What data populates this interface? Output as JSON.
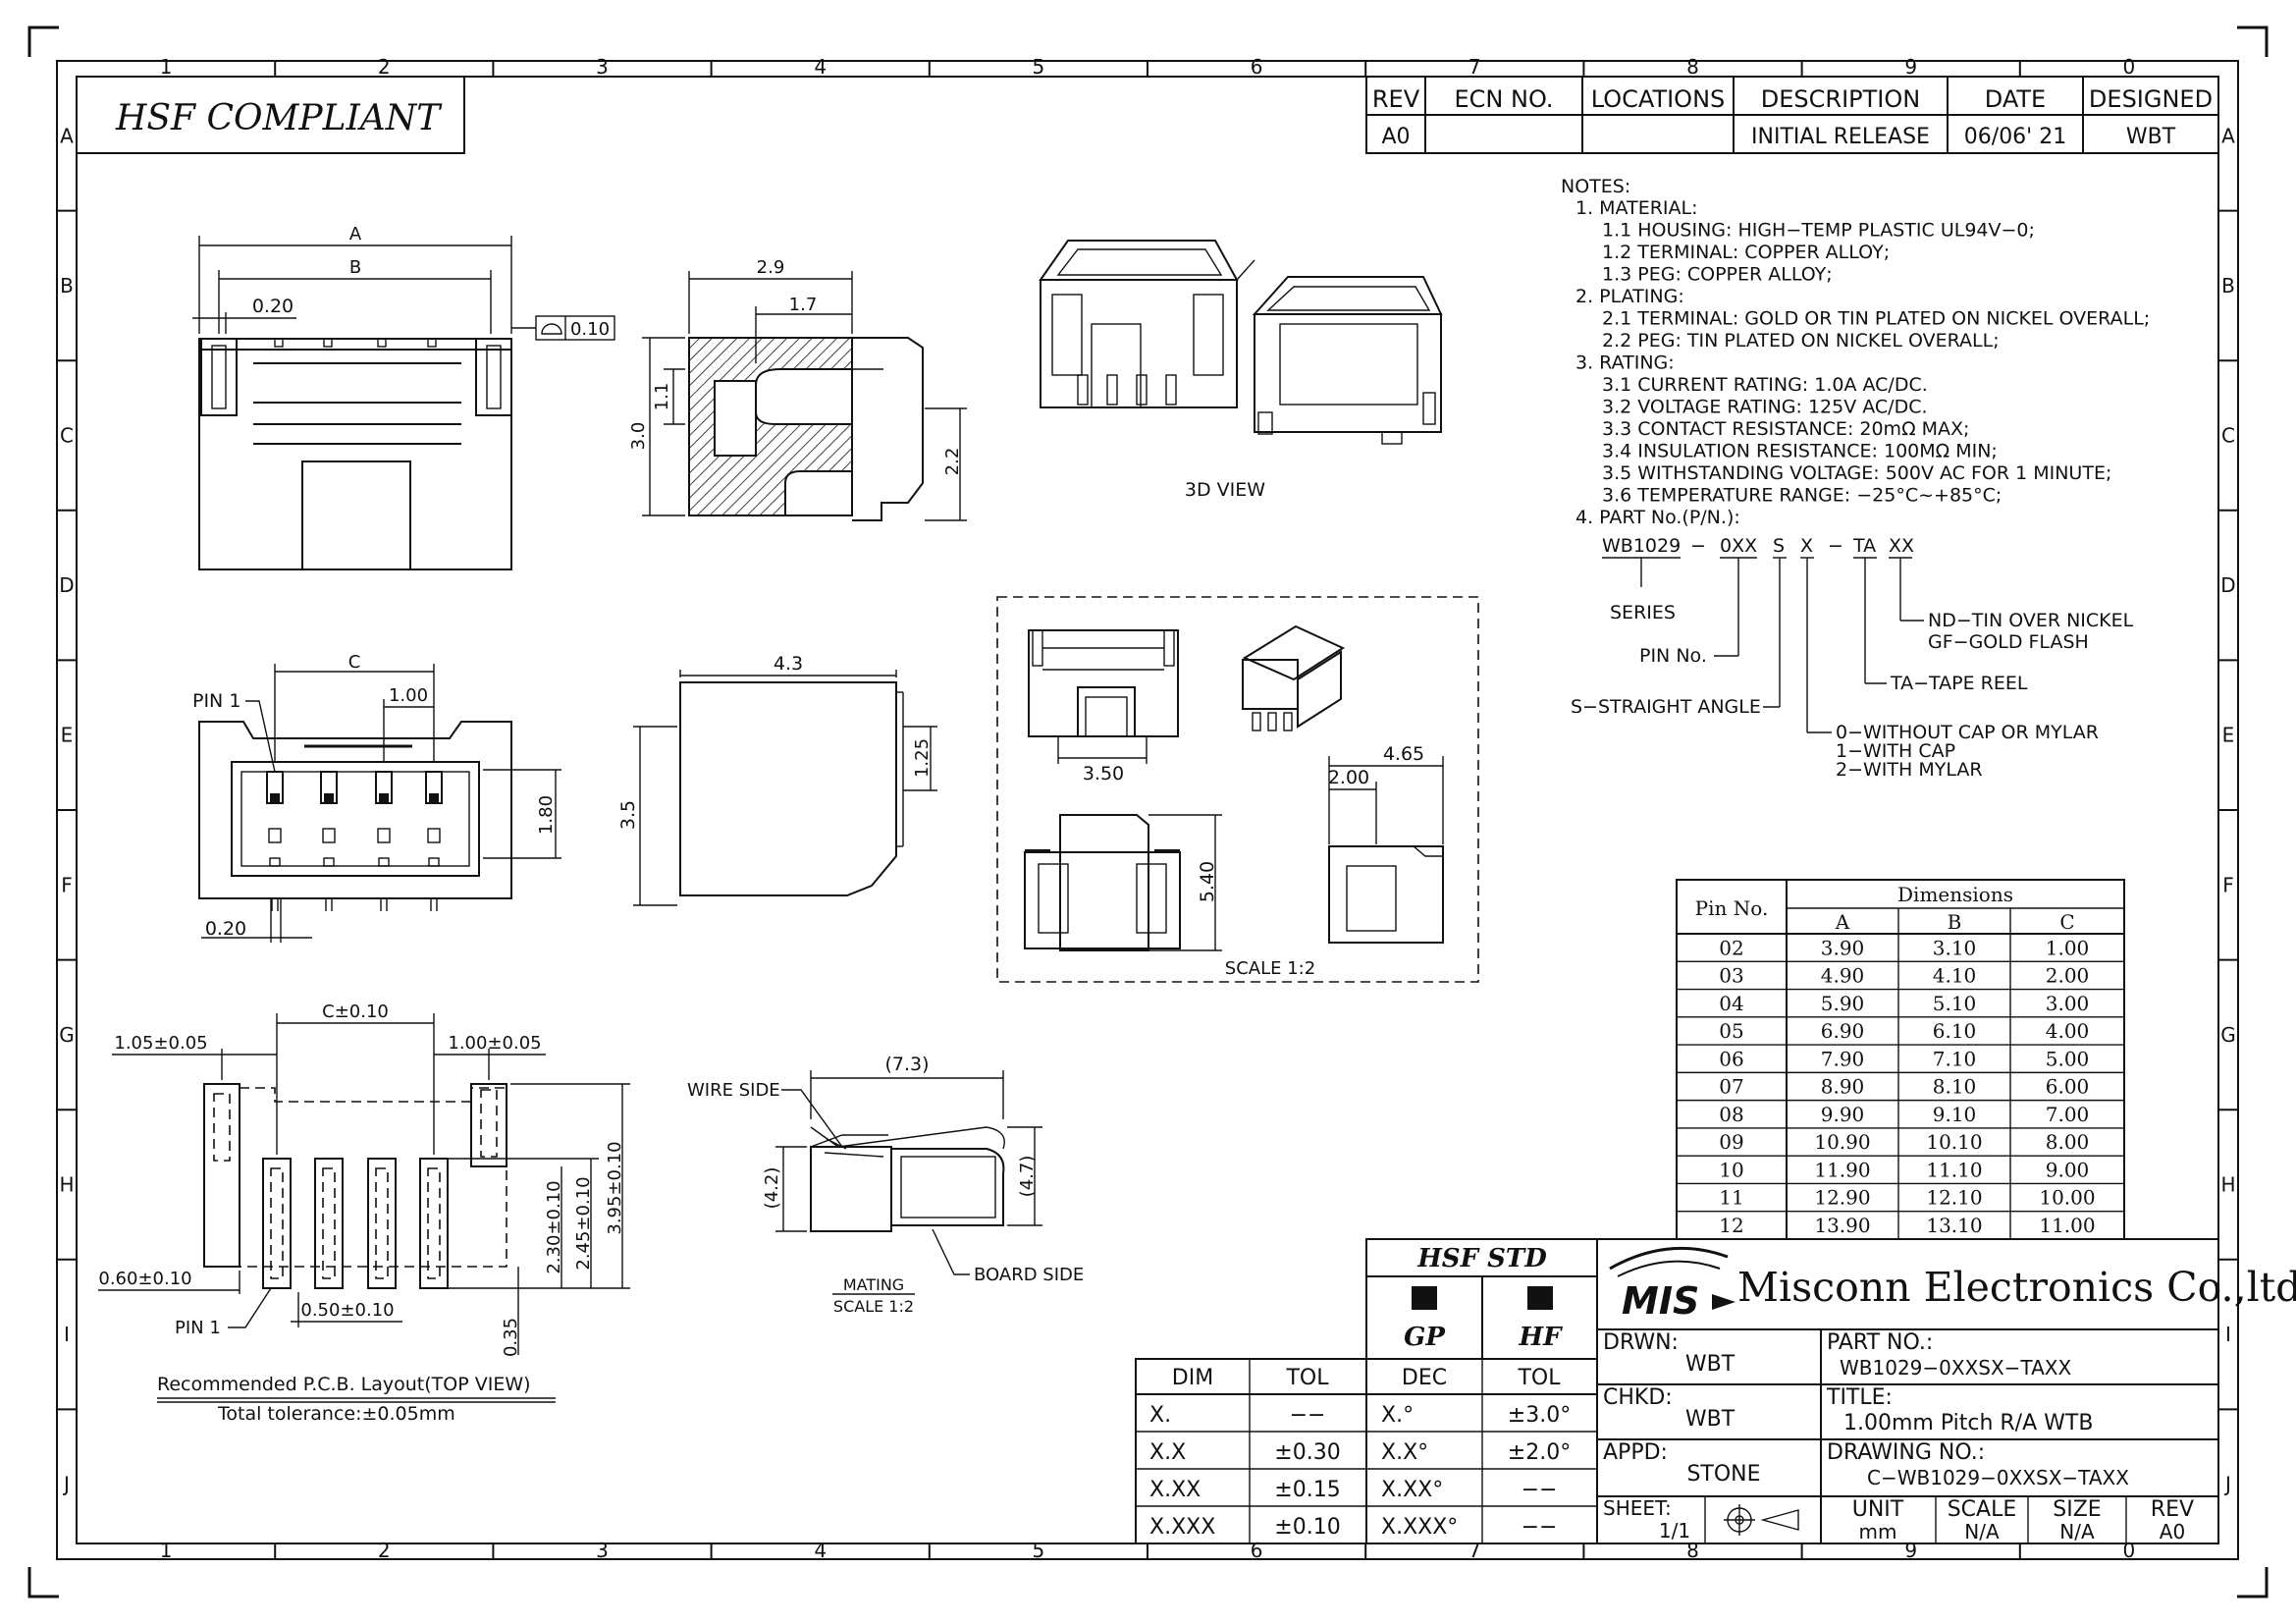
{
  "border": {
    "col_labels": [
      "1",
      "2",
      "3",
      "4",
      "5",
      "6",
      "7",
      "8",
      "9",
      "0"
    ],
    "row_labels": [
      "A",
      "B",
      "C",
      "D",
      "E",
      "F",
      "G",
      "H",
      "I",
      "J"
    ]
  },
  "compliance_box": "HSF  COMPLIANT",
  "revision_table": {
    "headers": [
      "REV",
      "ECN NO.",
      "LOCATIONS",
      "DESCRIPTION",
      "DATE",
      "DESIGNED"
    ],
    "rows": [
      [
        "A0",
        "",
        "",
        "INITIAL RELEASE",
        "06/06' 21",
        "WBT"
      ]
    ]
  },
  "notes": {
    "heading": "NOTES:",
    "lines": [
      "1.  MATERIAL:",
      "1.1  HOUSING: HIGH−TEMP PLASTIC UL94V−0;",
      "1.2  TERMINAL: COPPER ALLOY;",
      "1.3  PEG: COPPER ALLOY;",
      "2.  PLATING:",
      "2.1  TERMINAL: GOLD OR TIN PLATED ON NICKEL OVERALL;",
      "2.2  PEG: TIN PLATED ON NICKEL OVERALL;",
      "3.  RATING:",
      "3.1  CURRENT RATING: 1.0A AC/DC.",
      "3.2  VOLTAGE RATING: 125V AC/DC.",
      "3.3  CONTACT RESISTANCE: 20mΩ MAX;",
      "3.4  INSULATION RESISTANCE: 100MΩ MIN;",
      "3.5  WITHSTANDING VOLTAGE: 500V AC FOR 1 MINUTE;",
      "3.6  TEMPERATURE RANGE: −25°C~+85°C;",
      "4.  PART No.(P/N.):"
    ]
  },
  "part_number_key": {
    "segments": [
      "WB1029",
      "−",
      "0XX",
      "S",
      "X",
      "−",
      "TA",
      "XX"
    ],
    "series": "SERIES",
    "pin_no": "PIN No.",
    "straight": "S−STRAIGHT ANGLE",
    "cap_options": [
      "0−WITHOUT CAP OR MYLAR",
      "1−WITH CAP",
      "2−WITH MYLAR"
    ],
    "tape": "TA−TAPE REEL",
    "plating_options": [
      "ND−TIN OVER NICKEL",
      "GF−GOLD FLASH"
    ]
  },
  "view_labels": {
    "view_3d": "3D VIEW",
    "scale_box": "SCALE 1:2",
    "mating": "MATING",
    "mating_scale": "SCALE 1:2",
    "wire_side": "WIRE SIDE",
    "board_side": "BOARD SIDE",
    "pin1_top": "PIN 1",
    "pin1_pcb": "PIN 1",
    "pcb_title": "Recommended  P.C.B.  Layout(TOP  VIEW)",
    "pcb_tolerance": "Total  tolerance:±0.05mm"
  },
  "dimensions": {
    "front": {
      "A": "A",
      "B": "B",
      "d020": "0.20",
      "flat": "0.10"
    },
    "side": {
      "w29": "2.9",
      "w17": "1.7",
      "h11": "1.1",
      "h30": "3.0",
      "h22": "2.2"
    },
    "top": {
      "C": "C",
      "p100": "1.00",
      "h180": "1.80",
      "d020": "0.20"
    },
    "back": {
      "w43": "4.3",
      "h35": "3.5",
      "h125": "1.25"
    },
    "scaled": {
      "w350": "3.50",
      "h540": "5.40",
      "w465": "4.65",
      "w200": "2.00"
    },
    "mating": {
      "w73": "(7.3)",
      "h42": "(4.2)",
      "h47": "(4.7)"
    },
    "pcb": {
      "c010": "C±0.10",
      "l105": "1.05±0.05",
      "r100": "1.00±0.05",
      "v395": "3.95±0.10",
      "v245": "2.45±0.10",
      "v230": "2.30±0.10",
      "l060": "0.60±0.10",
      "p050": "0.50±0.10",
      "v035": "0.35"
    }
  },
  "dimension_table": {
    "title": "Dimensions",
    "pin_header": "Pin No.",
    "col_headers": [
      "A",
      "B",
      "C"
    ],
    "rows": [
      [
        "02",
        "3.90",
        "3.10",
        "1.00"
      ],
      [
        "03",
        "4.90",
        "4.10",
        "2.00"
      ],
      [
        "04",
        "5.90",
        "5.10",
        "3.00"
      ],
      [
        "05",
        "6.90",
        "6.10",
        "4.00"
      ],
      [
        "06",
        "7.90",
        "7.10",
        "5.00"
      ],
      [
        "07",
        "8.90",
        "8.10",
        "6.00"
      ],
      [
        "08",
        "9.90",
        "9.10",
        "7.00"
      ],
      [
        "09",
        "10.90",
        "10.10",
        "8.00"
      ],
      [
        "10",
        "11.90",
        "11.10",
        "9.00"
      ],
      [
        "11",
        "12.90",
        "12.10",
        "10.00"
      ],
      [
        "12",
        "13.90",
        "13.10",
        "11.00"
      ]
    ]
  },
  "tolerance_table": {
    "headers": [
      "DIM",
      "TOL",
      "DEC",
      "TOL"
    ],
    "rows": [
      [
        "X.",
        "−−",
        "X.°",
        "±3.0°"
      ],
      [
        "X.X",
        "±0.30",
        "X.X°",
        "±2.0°"
      ],
      [
        "X.XX",
        "±0.15",
        "X.XX°",
        "−−"
      ],
      [
        "X.XXX",
        "±0.10",
        "X.XXX°",
        "−−"
      ]
    ]
  },
  "hsf_std": {
    "title": "HSF  STD",
    "gp": "GP",
    "hf": "HF"
  },
  "title_block": {
    "logo": "MIS",
    "company": "Misconn Electronics Co.,ltd.",
    "drwn_label": "DRWN:",
    "drwn_value": "WBT",
    "chkd_label": "CHKD:",
    "chkd_value": "WBT",
    "appd_label": "APPD:",
    "appd_value": "STONE",
    "part_label": "PART  NO.:",
    "part_value": "WB1029−0XXSX−TAXX",
    "title_label": "TITLE:",
    "title_value": "1.00mm  Pitch  R/A  WTB",
    "drawing_label": "DRAWING  NO.:",
    "drawing_value": "C−WB1029−0XXSX−TAXX",
    "sheet_label": "SHEET:",
    "sheet_value": "1/1",
    "unit_label": "UNIT",
    "unit_value": "mm",
    "scale_label": "SCALE",
    "scale_value": "N/A",
    "size_label": "SIZE",
    "size_value": "N/A",
    "rev_label": "REV",
    "rev_value": "A0"
  }
}
